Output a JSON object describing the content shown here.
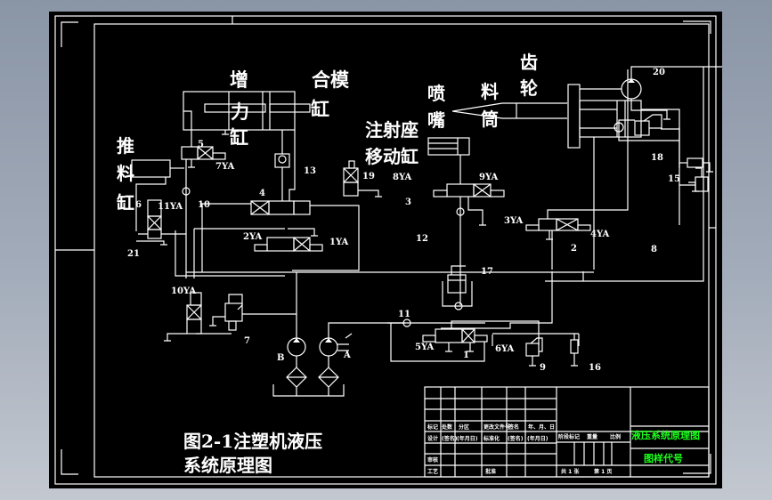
{
  "drawing": {
    "title_line1": "图2-1注塑机液压",
    "title_line2": "系统原理图",
    "component_labels": {
      "booster_cylinder": [
        "增",
        "力",
        "缸"
      ],
      "mold_clamp_cylinder": [
        "合模",
        "缸"
      ],
      "pusher_cylinder": [
        "推",
        "料",
        "缸"
      ],
      "nozzle": [
        "喷",
        "嘴"
      ],
      "barrel": [
        "料",
        "筒"
      ],
      "gear": [
        "齿",
        "轮"
      ],
      "injection_seat_cylinder": [
        "注射座",
        "移动缸"
      ]
    },
    "item_numbers": {
      "n1": "1",
      "n2": "2",
      "n3": "3",
      "n4": "4",
      "n5": "5",
      "n6": "6",
      "n7": "7",
      "n8": "8",
      "n9": "9",
      "n10": "10",
      "n11": "11",
      "n12": "12",
      "n13": "13",
      "n15": "15",
      "n16": "16",
      "n17": "17",
      "n18": "18",
      "n19": "19",
      "n20": "20",
      "n21": "21",
      "pumpA": "A",
      "pumpB": "B"
    },
    "solenoids": {
      "s1": "1YA",
      "s2": "2YA",
      "s3": "3YA",
      "s4": "4YA",
      "s5": "5YA",
      "s6": "6YA",
      "s7": "7YA",
      "s8": "8YA",
      "s9": "9YA",
      "s10": "10YA",
      "s11": "11YA"
    }
  },
  "title_block": {
    "row_headers": [
      "标记",
      "处数",
      "分区",
      "更改文件号",
      "签名",
      "年、月、日"
    ],
    "design_row": [
      "设计",
      "(签名)",
      "(年月日)",
      "标准化",
      "(签名)",
      "(年月日)"
    ],
    "review": "审核",
    "process": "工艺",
    "approve": "批准",
    "stage_headers": [
      "阶段标记",
      "重量",
      "比例"
    ],
    "sheet_count": "共 1 张",
    "sheet_index": "第 1 页",
    "drawing_name": "液压系统原理图",
    "drawing_code": "图样代号"
  },
  "colors": {
    "background": "#000000",
    "lines": "#ffffff",
    "title_block_accent": "#1aff1a"
  }
}
